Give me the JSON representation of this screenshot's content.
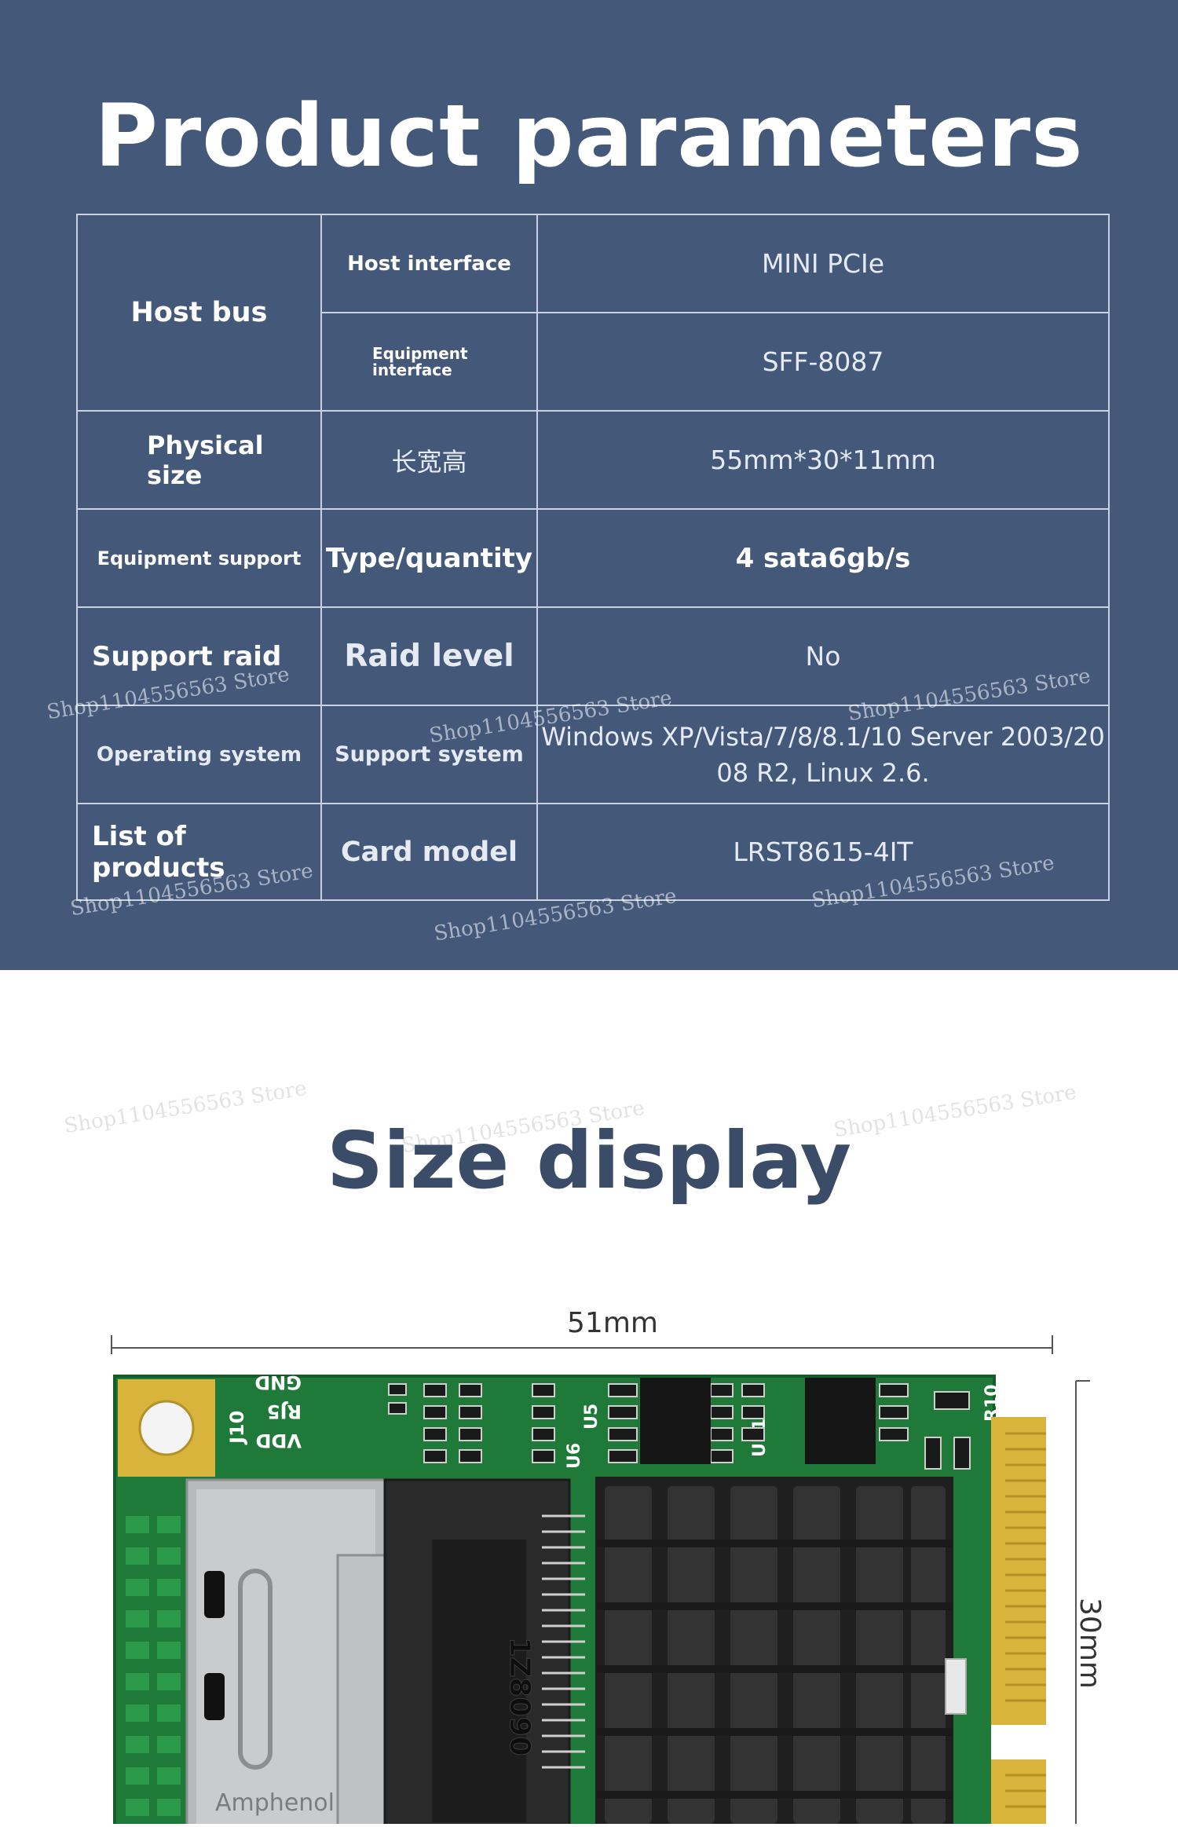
{
  "parameters": {
    "title": "Product parameters",
    "rows": {
      "host_bus": "Host bus",
      "host_interface": "Host interface",
      "host_interface_value": "MINI PCIe",
      "equipment_interface": "Equipment interface",
      "equipment_interface_value": "SFF-8087",
      "physical_size": "Physical size",
      "physical_size_sub": "长宽高",
      "physical_size_value": "55mm*30*11mm",
      "equipment_support": "Equipment support",
      "type_quantity": "Type/quantity",
      "type_quantity_value": "4 sata6gb/s",
      "support_raid": "Support raid",
      "raid_level": "Raid level",
      "raid_level_value": "No",
      "operating_system": "Operating system",
      "support_system": "Support system",
      "support_system_value": "Windows XP/Vista/7/8/8.1/10 Server 2003/2008 R2, Linux 2.6.",
      "list_of_products": "List of products",
      "card_model": "Card model",
      "card_model_value": "LRST8615-4IT"
    }
  },
  "watermark": "Shop1104556563 Store",
  "size_display": {
    "title": "Size display",
    "width_label": "51mm",
    "height_label": "30mm",
    "chip_marking": "1Z8090",
    "connector_brand": "Amphenol",
    "silk": {
      "gnd": "GND",
      "rj5": "RJ5",
      "vdd": "VDD",
      "j10": "J10",
      "u5": "U5",
      "u6": "U6",
      "up1": "UP1",
      "r10": "R10"
    }
  },
  "colors": {
    "banner": "#44587a",
    "pcb": "#1f7a3a",
    "gold": "#d9b43c"
  }
}
